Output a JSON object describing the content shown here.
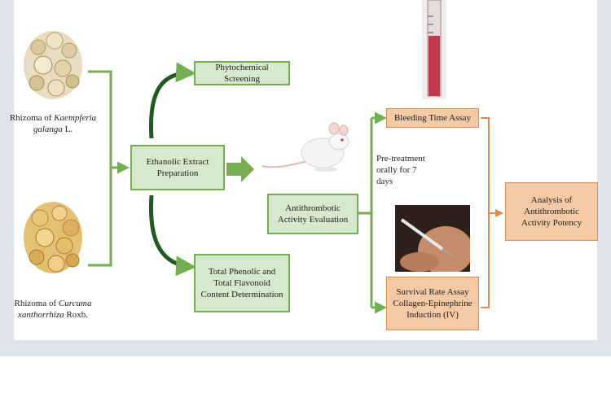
{
  "herbs": {
    "galanga": {
      "prefix": "Rhizoma of ",
      "name": "Kaempferia galanga",
      "suffix": " L."
    },
    "xanthorrhiza": {
      "prefix": "Rhizoma of ",
      "name": "Curcuma xanthorrhiza",
      "suffix": " Roxb."
    }
  },
  "boxes": {
    "phytochemical": "Phytochemical Screening",
    "extract": "Ethanolic Extract Preparation",
    "phenolic": "Total Phenolic and Total Flavonoid Content Determination",
    "antithrombotic": "Antithrombotic Activity Evaluation",
    "bleeding": "Bleeding Time Assay",
    "survival": "Survival Rate Assay Collagen-Epinephrine Induction (IV)",
    "analysis": "Analysis of Antithrombotic Activity Potency"
  },
  "pretreatment": "Pre-treatment orally for 7 days",
  "colors": {
    "green": "#74ad52",
    "orange": "#e08a4e",
    "frame": "#dfe3ee"
  }
}
